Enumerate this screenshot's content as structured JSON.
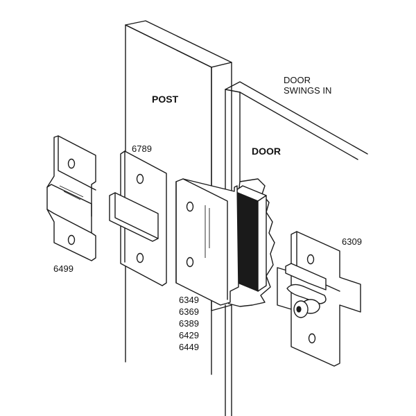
{
  "labels": {
    "post": "POST",
    "door": "DOOR",
    "door_swings_line1": "DOOR",
    "door_swings_line2": "SWINGS IN",
    "part_6499": "6499",
    "part_6789": "6789",
    "part_6309": "6309",
    "part_group": [
      "6349",
      "6369",
      "6389",
      "6429",
      "6449"
    ]
  },
  "colors": {
    "ink": "#1a1a1a",
    "background": "#ffffff"
  }
}
